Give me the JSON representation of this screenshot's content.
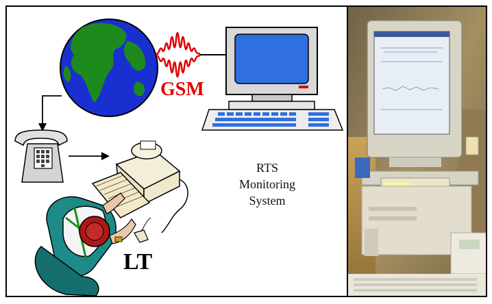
{
  "labels": {
    "network": "GSM",
    "operator": "LT",
    "system_line1": "RTS",
    "system_line2": "Monitoring",
    "system_line3": "System"
  },
  "icons": [
    "globe-icon",
    "radio-wave-icon",
    "computer-icon",
    "telephone-icon",
    "printer-icon",
    "person-at-keyboard-icon"
  ],
  "colors": {
    "network_label": "#e00000",
    "globe_ocean": "#1a2fd0",
    "globe_land": "#1e8a1e",
    "screen": "#2f6fe0",
    "keyboard_keys": "#2f6fe0",
    "person_shirt": "#1e8a8a",
    "person_hat": "#b01818"
  }
}
